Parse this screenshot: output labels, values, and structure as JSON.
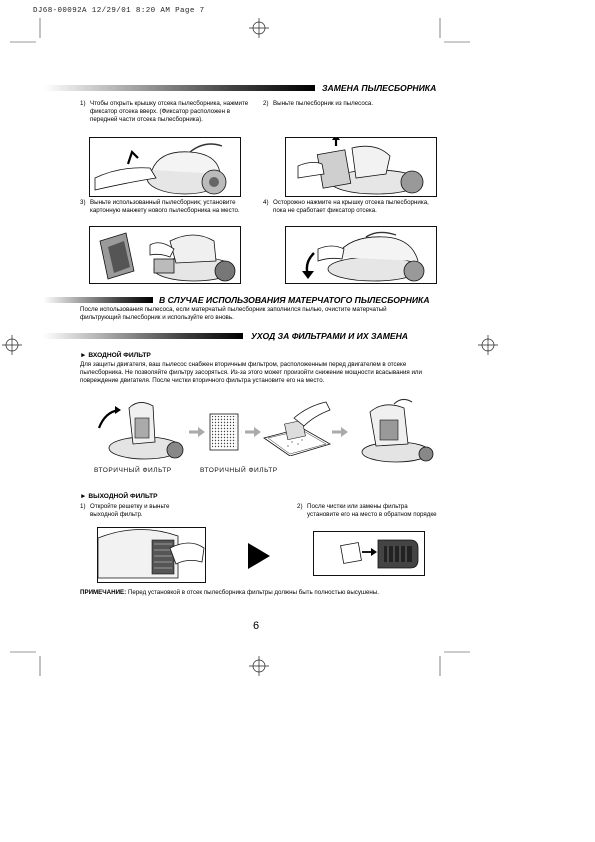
{
  "slug": "DJ68-00092A   12/29/01 8:20 AM  Page 7",
  "section1": {
    "title": "ЗАМЕНА ПЫЛЕСБОРНИКА",
    "steps": [
      {
        "num": "1)",
        "text": "Чтобы открыть крышку отсека пылесборника, нажмите фиксатор отсека вверх. (Фиксатор расположен в передней части отсека пылесборника)."
      },
      {
        "num": "2)",
        "text": "Выньте пылесборник из пылесоса."
      },
      {
        "num": "3)",
        "text": "Выньте использованный пылесборник; установите картонную манжету нового пылесборника на место."
      },
      {
        "num": "4)",
        "text": "Осторожно нажмите на крышку отсека пылесборника, пока не сработает фиксатор отсека."
      }
    ]
  },
  "section2": {
    "title": "В СЛУЧАЕ ИСПОЛЬЗОВАНИЯ МАТЕРЧАТОГО ПЫЛЕСБОРНИКА",
    "text": "После использования пылесоса, если матерчатый пылесборник заполнился пылью, очистите матерчатый фильтрующий пылесборник и используйте его вновь."
  },
  "section3": {
    "title": "УХОД ЗА ФИЛЬТРАМИ И ИХ ЗАМЕНА",
    "inlet": {
      "label": "► ВХОДНОЙ ФИЛЬТР",
      "text": "Для защиты двигателя, ваш пылесос снабжен вторичным фильтром, расположенным перед двигателем в отсеке пылесборника. Не позволяйте фильтру засоряться. Из-за этого может произойти снижение мощности всасывания или повреждение двигателя. После чистки вторичного фильтра установите его на место.",
      "captions": [
        "ВТОРИЧНЫЙ ФИЛЬТР",
        "ВТОРИЧНЫЙ ФИЛЬТР"
      ]
    },
    "outlet": {
      "label": "► ВЫХОДНОЙ ФИЛЬТР",
      "steps": [
        {
          "num": "1)",
          "text": "Откройте решетку и выньте выходной фильтр."
        },
        {
          "num": "2)",
          "text": "После чистки или замены фильтра установите его на место в обратном порядке"
        }
      ]
    },
    "note": {
      "label": "ПРИМЕЧАНИЕ:",
      "text": " Перед установкой в отсек пылесборника фильтры должны быть полностью высушены."
    }
  },
  "page_number": "6",
  "icons": [
    "crosshair-registration-icon",
    "vacuum-cleaner-icon",
    "hand-icon",
    "arrow-icon",
    "filter-icon",
    "play-triangle-icon"
  ]
}
